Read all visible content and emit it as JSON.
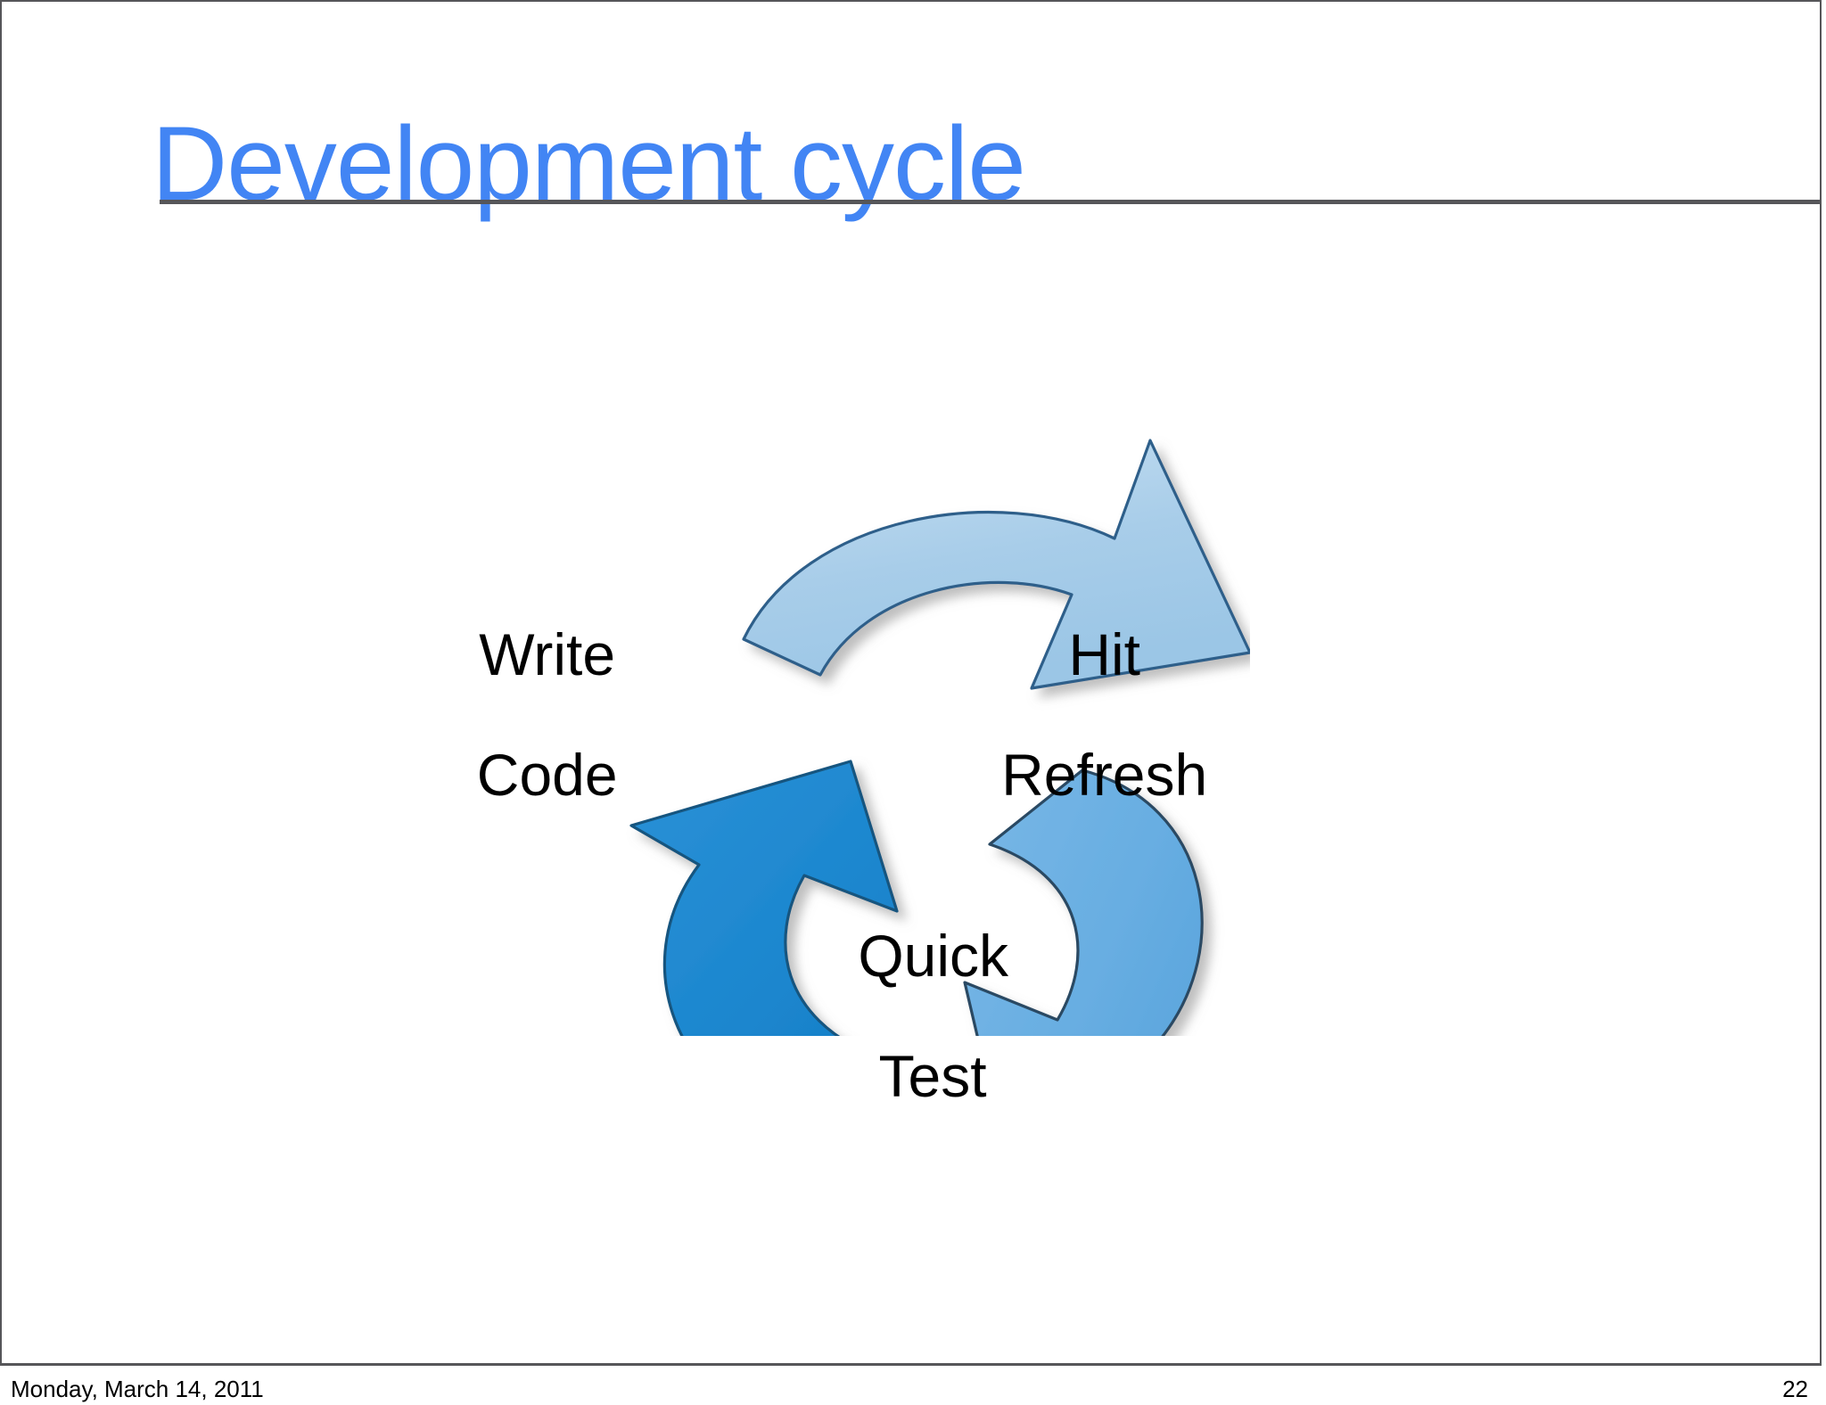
{
  "slide": {
    "title": "Development cycle",
    "title_color": "#4285F4",
    "rule_color": "#565659",
    "background": "#ffffff"
  },
  "diagram": {
    "name": "development-cycle",
    "type": "cycle",
    "direction": "clockwise",
    "steps": [
      {
        "id": "write-code",
        "label_line1": "Write",
        "label_line2": "Code",
        "position": "left"
      },
      {
        "id": "hit-refresh",
        "label_line1": "Hit",
        "label_line2": "Refresh",
        "position": "right"
      },
      {
        "id": "quick-test",
        "label_line1": "Quick",
        "label_line2": "Test",
        "position": "bottom"
      }
    ],
    "arrows": [
      {
        "id": "arrow-top",
        "from": "write-code",
        "to": "hit-refresh",
        "fill": "#A8CDE9",
        "stroke": "#2E5F8A"
      },
      {
        "id": "arrow-right",
        "from": "hit-refresh",
        "to": "quick-test",
        "fill": "#68AEE2",
        "stroke": "#2A4A63"
      },
      {
        "id": "arrow-left",
        "from": "quick-test",
        "to": "write-code",
        "fill": "#1B86CE",
        "stroke": "#15557F"
      }
    ]
  },
  "footer": {
    "date": "Monday, March 14, 2011",
    "page_number": "22"
  }
}
